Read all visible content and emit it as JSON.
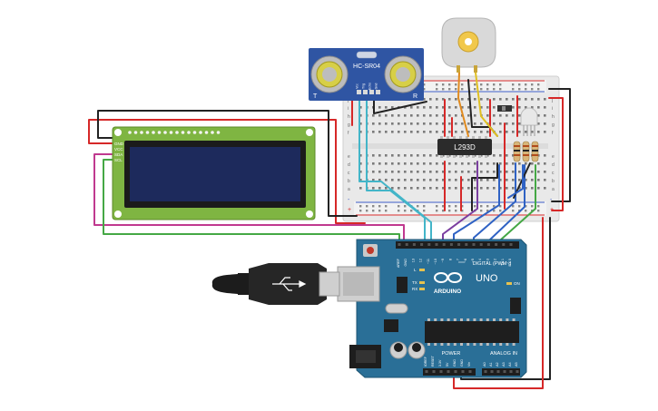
{
  "sensor": {
    "label": "HC-SR04",
    "pins": [
      "Vcc",
      "Trig",
      "Echo",
      "Gnd"
    ],
    "corner_left": "T",
    "corner_right": "R"
  },
  "chip": {
    "label": "L293D"
  },
  "lcd": {
    "pins": [
      "GND",
      "VCC",
      "SDA",
      "SCL"
    ]
  },
  "arduino": {
    "brand": "ARDUINO",
    "model": "UNO",
    "digital_label": "DIGITAL (PWM~)",
    "power_label": "POWER",
    "analog_label": "ANALOG IN",
    "on_label": "ON",
    "led_l": "L",
    "led_tx": "TX",
    "led_rx": "RX",
    "top_pins": [
      "AREF",
      "GND",
      "13",
      "12",
      "~11",
      "~10",
      "~9",
      "8",
      "7",
      "~6",
      "~5",
      "4",
      "~3",
      "2",
      "TX 1",
      "RX 0"
    ],
    "power_pins": [
      "IOREF",
      "RESET",
      "3.3V",
      "5V",
      "GND",
      "GND",
      "Vin"
    ],
    "analog_pins": [
      "A0",
      "A1",
      "A2",
      "A3",
      "A4",
      "A5"
    ]
  },
  "breadboard": {
    "row_letters_left": [
      "j",
      "i",
      "h",
      "g",
      "f",
      "e",
      "d",
      "c",
      "b",
      "a"
    ],
    "row_letters_right": [
      "j",
      "i",
      "h",
      "g",
      "f",
      "e",
      "d",
      "c",
      "b",
      "a"
    ],
    "rail_plus": "+",
    "rail_minus": "-"
  },
  "colors": {
    "board": "#2a6f97",
    "lcd_pcb": "#7fb542",
    "lcd_screen": "#1d2a5c",
    "sensor_pcb": "#2f55a3",
    "wire_red": "#d62828",
    "wire_black": "#222222",
    "wire_cyan": "#43b5c8",
    "wire_purple": "#7b3fa0",
    "wire_blue": "#2f62c4",
    "wire_green": "#45a845",
    "wire_orange": "#e08a1e",
    "wire_magenta": "#c0398f",
    "wire_yellow": "#e0c022"
  }
}
